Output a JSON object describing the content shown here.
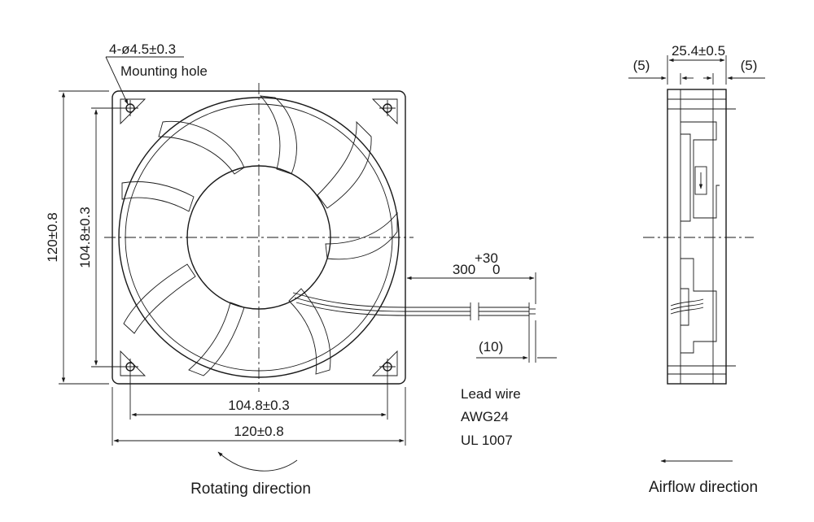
{
  "front_view": {
    "hole_spec": "4-ø4.5±0.3",
    "hole_label": "Mounting hole",
    "height_outer": "120±0.8",
    "height_pitch": "104.8±0.3",
    "width_pitch": "104.8±0.3",
    "width_outer": "120±0.8",
    "lead_length": "300",
    "lead_tol_upper": "+30",
    "lead_tol_lower": "0",
    "strip_length": "(10)",
    "lead_wire_lines": [
      "Lead wire",
      "AWG24",
      "UL 1007"
    ],
    "rotating_label": "Rotating direction"
  },
  "side_view": {
    "depth": "25.4±0.5",
    "flange_left": "(5)",
    "flange_right": "(5)",
    "airflow_label": "Airflow direction"
  }
}
